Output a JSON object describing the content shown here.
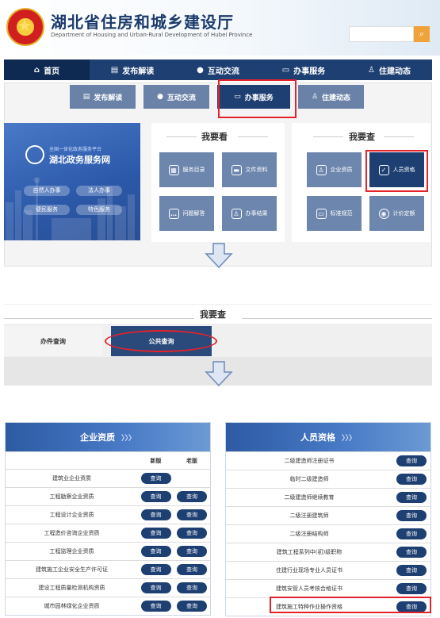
{
  "header": {
    "title": "湖北省住房和城乡建设厅",
    "subtitle": "Department of Housing and Urban-Rural Development of Hubei Province",
    "search_placeholder": "",
    "search_icon": "search-icon"
  },
  "nav": {
    "items": [
      {
        "label": "首页",
        "icon": "home-icon"
      },
      {
        "label": "发布解读",
        "icon": "document-icon"
      },
      {
        "label": "互动交流",
        "icon": "chat-icon"
      },
      {
        "label": "办事服务",
        "icon": "monitor-icon"
      },
      {
        "label": "住建动态",
        "icon": "person-icon"
      }
    ]
  },
  "subnav": {
    "items": [
      {
        "label": "发布解读",
        "icon": "document-icon"
      },
      {
        "label": "互动交流",
        "icon": "chat-icon"
      },
      {
        "label": "办事服务",
        "icon": "monitor-icon"
      },
      {
        "label": "住建动态",
        "icon": "person-icon"
      }
    ]
  },
  "portal": {
    "top_small": "全国一体化政务服务平台",
    "name": "湖北政务服务网",
    "buttons": [
      "自然人办事",
      "法人办事",
      "便民服务",
      "特色服务"
    ]
  },
  "kan": {
    "title": "我要看",
    "tiles": [
      {
        "label": "服务目录",
        "icon": "grid-icon"
      },
      {
        "label": "文件资料",
        "icon": "folder-icon"
      },
      {
        "label": "问题解答",
        "icon": "chat-icon"
      },
      {
        "label": "办事结果",
        "icon": "person-icon"
      }
    ]
  },
  "cha": {
    "title": "我要查",
    "tiles": [
      {
        "label": "企业资质",
        "icon": "person-icon"
      },
      {
        "label": "人员资格",
        "icon": "badge-icon"
      },
      {
        "label": "标准规范",
        "icon": "monitor-icon"
      },
      {
        "label": "计价定额",
        "icon": "target-icon"
      }
    ]
  },
  "query_panel": {
    "title": "我要查",
    "tab_a": "办件查询",
    "tab_b": "公共查询"
  },
  "company_table": {
    "title": "企业资质",
    "arrows": "〉〉〉",
    "col_new": "新版",
    "col_old": "老版",
    "query_label": "查询",
    "rows": [
      {
        "name": "建筑业企业资质",
        "old": false
      },
      {
        "name": "工程勘察企业资质",
        "old": true
      },
      {
        "name": "工程设计企业资质",
        "old": true
      },
      {
        "name": "工程造价咨询企业资质",
        "old": true
      },
      {
        "name": "工程监理企业资质",
        "old": true
      },
      {
        "name": "建筑施工企业安全生产许可证",
        "old": true
      },
      {
        "name": "建设工程质量检测机构资质",
        "old": true
      },
      {
        "name": "城市园林绿化企业资质",
        "old": true
      }
    ]
  },
  "person_table": {
    "title": "人员资格",
    "arrows": "〉〉〉",
    "query_label": "查询",
    "rows": [
      "二级建造师注册证书",
      "临时二级建造师",
      "二级建造师继续教育",
      "二级注册建筑师",
      "二级注册结构师",
      "建筑工程系列中(初)级职称",
      "住建行业现场专业人员证书",
      "建筑安管人员考核合格证书",
      "建筑施工特种作业操作资格"
    ]
  },
  "colors": {
    "navy": "#1e3f72",
    "tile": "#6d86ad",
    "highlight": "#e4222a",
    "search_btn": "#f0a33a"
  }
}
